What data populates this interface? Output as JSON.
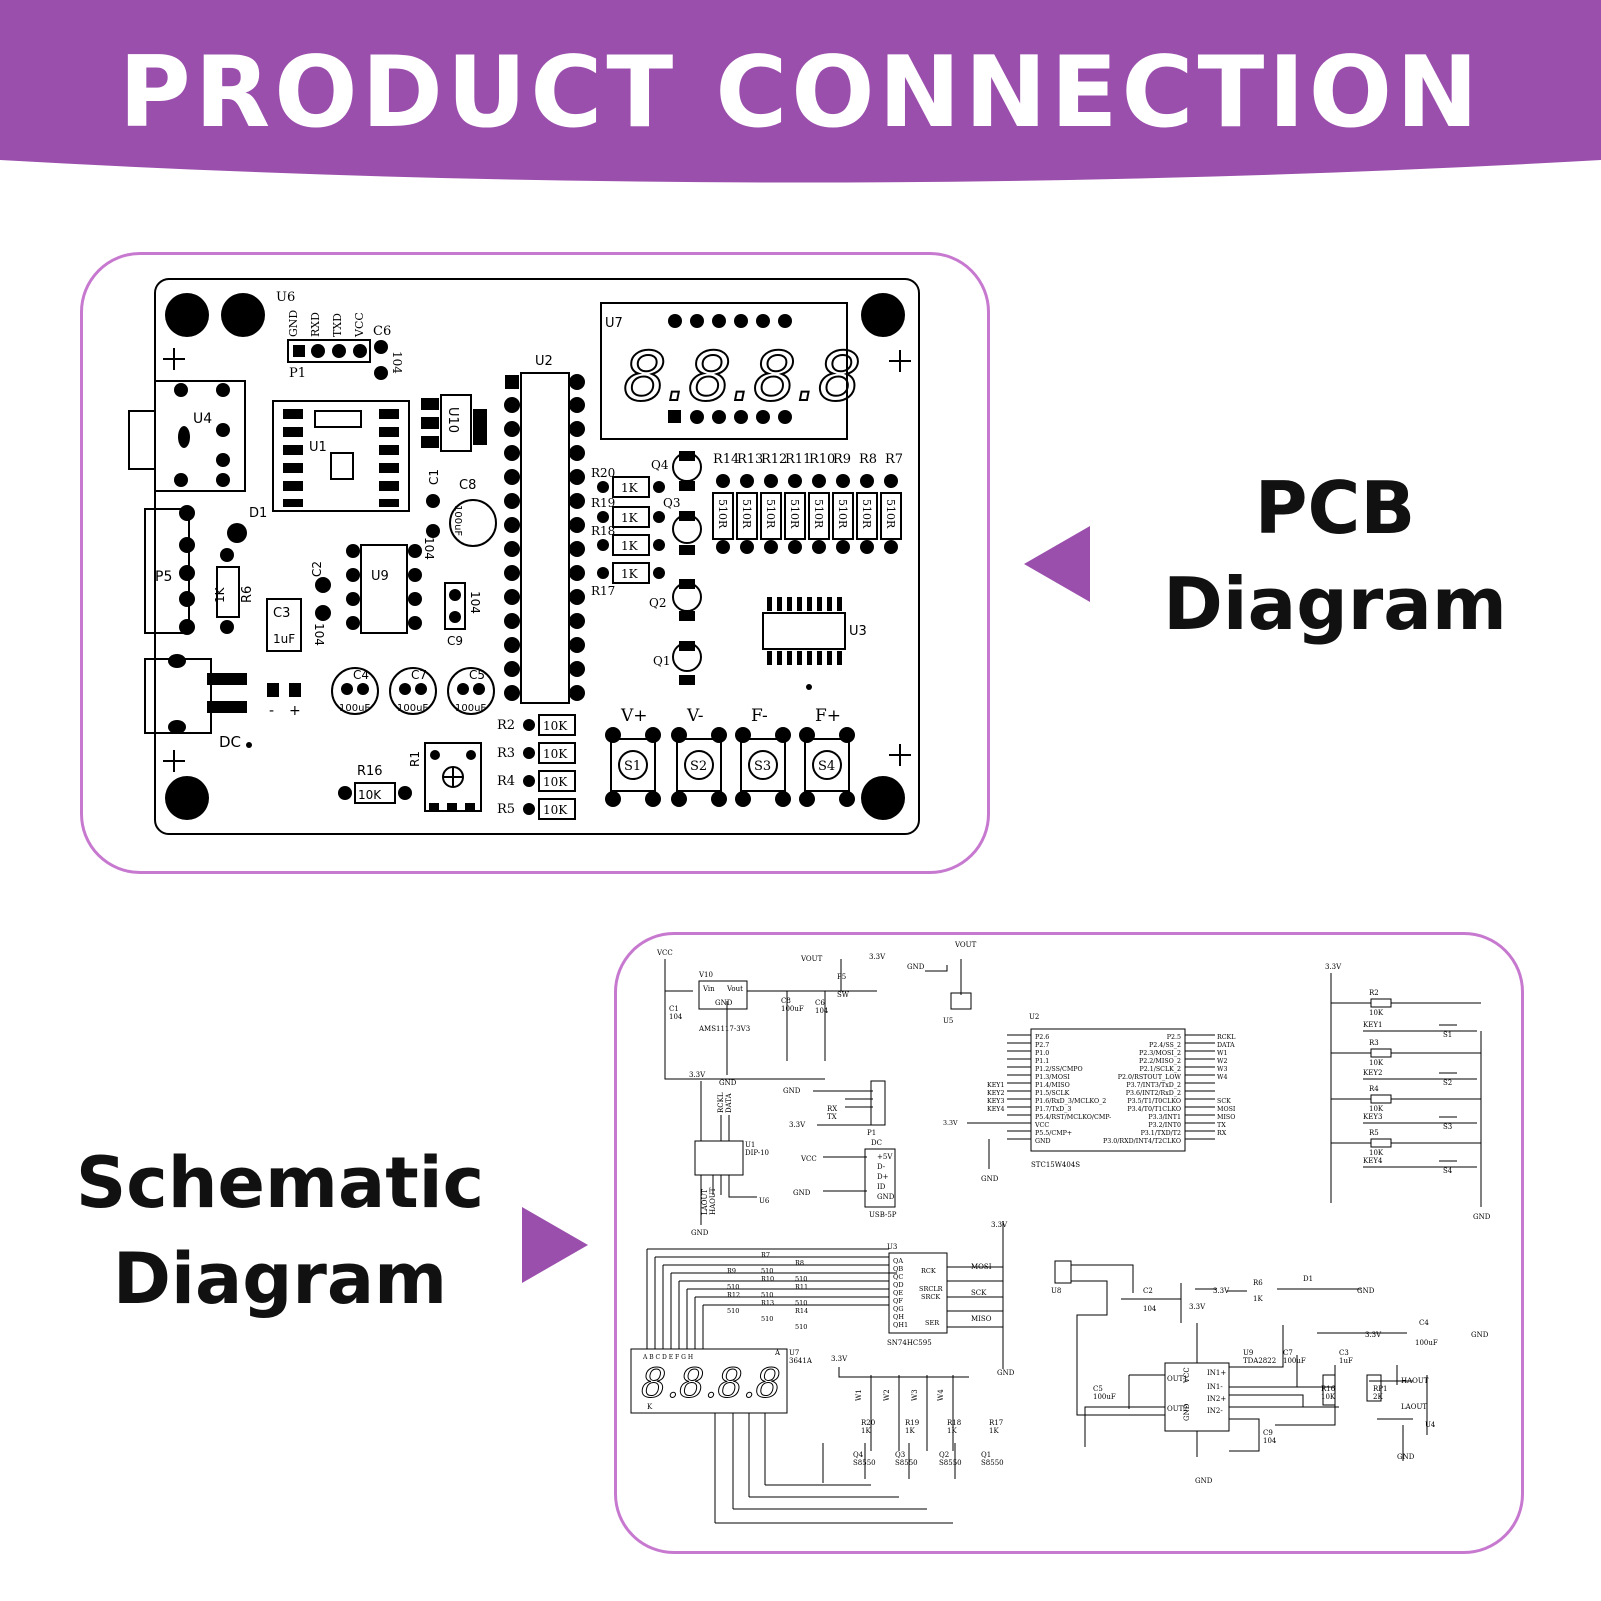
{
  "banner": {
    "title": "PRODUCT CONNECTION",
    "color": "#9b4fad"
  },
  "frame_color": "#c779d0",
  "arrow_color": "#9b4fad",
  "pcb": {
    "label_line1": "PCB",
    "label_line2": "Diagram",
    "board": {
      "u6": "U6",
      "p1": "P1",
      "gnd": "GND",
      "rxd": "RXD",
      "txd": "TXD",
      "vcc": "VCC",
      "c6": "C6",
      "c6v": "104",
      "u4": "U4",
      "u1": "U1",
      "u10": "U10",
      "u2": "U2",
      "u7": "U7",
      "display": "8.8.8.8",
      "d1": "D1",
      "p5": "P5",
      "r6": "R6",
      "r6v": "1K",
      "c1": "C1",
      "c1v": "104",
      "c8": "C8",
      "c8v": "100uF",
      "c2": "C2",
      "c2v": "104",
      "u9": "U9",
      "c3": "C3",
      "c3v": "1uF",
      "c9": "C9",
      "c9v": "104",
      "c4": "C4",
      "c7": "C7",
      "c5": "C5",
      "cap100": "100uF",
      "minus": "-",
      "plus": "+",
      "dc": "DC",
      "r16": "R16",
      "r16v": "10K",
      "r1": "R1",
      "r20": "R20",
      "r19": "R19",
      "r18": "R18",
      "r17": "R17",
      "k1": "1K",
      "q4": "Q4",
      "q3": "Q3",
      "q2": "Q2",
      "q1": "Q1",
      "res_top": [
        "R14",
        "R13",
        "R12",
        "R11",
        "R10",
        "R9",
        "R8",
        "R7"
      ],
      "r510": "510R",
      "u3": "U3",
      "r2": "R2",
      "r3": "R3",
      "r4": "R4",
      "r5": "R5",
      "k10": "10K",
      "btn_top": [
        "V+",
        "V-",
        "F-",
        "F+"
      ],
      "btn": [
        "S1",
        "S2",
        "S3",
        "S4"
      ]
    }
  },
  "schematic": {
    "label_line1": "Schematic",
    "label_line2": "Diagram",
    "power": {
      "vcc": "VCC",
      "v10": "V10",
      "vin": "Vin",
      "vout_pin": "Vout",
      "gnd": "GND",
      "ams": "AMS1117-3V3",
      "c1": "C1",
      "c1v": "104",
      "c8": "C8",
      "c8v": "100uF",
      "c6": "C6",
      "c6v": "104",
      "vout": "VOUT",
      "p5": "P5",
      "sw": "SW",
      "v33": "3.3V",
      "u5": "U5"
    },
    "u2": {
      "name": "U2",
      "part": "STC15W404S",
      "left_pins": [
        "P2.6",
        "P2.7",
        "P1.0",
        "P1.1",
        "P1.2/SS/CMPO",
        "P1.3/MOSI",
        "P1.4/MISO",
        "P1.5/SCLK",
        "P1.6/RxD_3/MCLKO_2",
        "P1.7/TxD_3",
        "P5.4/RST/MCLKO/CMP-",
        "VCC",
        "P5.5/CMP+",
        "GND"
      ],
      "right_pins": [
        "P2.5",
        "P2.4/SS_2",
        "P2.3/MOSI_2",
        "P2.2/MISO_2",
        "P2.1/SCLK_2",
        "P2.0/RSTOUT_LOW",
        "P3.7/INT3/TxD_2",
        "P3.6/INT2/RxD_2",
        "P3.5/T1/T0CLKO",
        "P3.4/T0/T1CLKO",
        "P3.3/INT1",
        "P3.2/INT0",
        "P3.1/TXD/T2",
        "P3.0/RXD/INT4/T2CLKO"
      ],
      "right_nets": [
        "RCKL",
        "DATA",
        "W1",
        "W2",
        "W3",
        "W4",
        "",
        "",
        "SCK",
        "MOSI",
        "MISO",
        "TX",
        "RX",
        ""
      ],
      "left_nets": [
        "",
        "",
        "",
        "",
        "",
        "",
        "KEY1",
        "KEY2",
        "KEY3",
        "KEY4",
        "",
        "3.3V",
        "",
        ""
      ]
    },
    "keys": {
      "v33": "3.3V",
      "r": [
        "R2",
        "R3",
        "R4",
        "R5"
      ],
      "rv": "10K",
      "key": [
        "KEY1",
        "KEY2",
        "KEY3",
        "KEY4"
      ],
      "s": [
        "S1",
        "S2",
        "S3",
        "S4"
      ],
      "gnd": "GND"
    },
    "p1": {
      "name": "P1",
      "rx": "RX",
      "tx": "TX",
      "gnd": "GND",
      "v33": "3.3V"
    },
    "u1": {
      "name": "U1",
      "part": "DIP-10",
      "rckl": "RCKL",
      "data": "DATA",
      "laout": "LAOUT",
      "haout": "HAOUT",
      "gnd": "GND",
      "u6": "U6",
      "v33": "3.3V"
    },
    "usb": {
      "name": "DC",
      "part": "USB-5P",
      "pins": [
        "+5V",
        "D-",
        "D+",
        "ID",
        "GND"
      ],
      "vcc": "VCC",
      "gnd": "GND"
    },
    "u3": {
      "name": "U3",
      "part": "SN74HC595",
      "outs": [
        "QA",
        "QB",
        "QC",
        "QD",
        "QE",
        "QF",
        "QG",
        "QH",
        "QH1"
      ],
      "rck": "RCK",
      "srclr": "SRCLR",
      "srck": "SRCK",
      "ser": "SER",
      "mosi": "MOSI",
      "sck": "SCK",
      "miso": "MISO",
      "v33": "3.3V",
      "gnd": "GND"
    },
    "seg_res": {
      "r": [
        "R7",
        "R8",
        "R9",
        "R10",
        "R11",
        "R12",
        "R13",
        "R14"
      ],
      "v": "510"
    },
    "u7": {
      "name": "U7",
      "part": "3641A",
      "segs": "A B C D E F G H",
      "k": "K",
      "a": "A",
      "display": "8.8.8.8"
    },
    "transistors": {
      "w": [
        "W1",
        "W2",
        "W3",
        "W4"
      ],
      "r": [
        "R20",
        "R19",
        "R18",
        "R17"
      ],
      "rv": "1K",
      "q": [
        "Q4",
        "Q3",
        "Q2",
        "Q1"
      ],
      "qv": "S8550",
      "v33": "3.3V"
    },
    "amp": {
      "u8": "U8",
      "c2": "C2",
      "c2v": "104",
      "v33": "3.3V",
      "r6": "R6",
      "r6v": "1K",
      "d1": "D1",
      "gnd": "GND",
      "c4": "C4",
      "c4v": "100uF",
      "u9": "U9",
      "part": "TDA2822",
      "c7": "C7",
      "c7v": "100uF",
      "c3": "C3",
      "c3v": "1uF",
      "vcc": "VCC",
      "out1": "OUT1",
      "out2": "OUT2",
      "ins": [
        "IN1+",
        "IN1-",
        "IN2+",
        "IN2-"
      ],
      "c5": "C5",
      "c5v": "100uF",
      "c9": "C9",
      "c9v": "104",
      "r16": "R16",
      "r16v": "10K",
      "rp1": "RP1",
      "rp1v": "2K",
      "haout": "HAOUT",
      "laout": "LAOUT",
      "u4": "U4"
    }
  }
}
